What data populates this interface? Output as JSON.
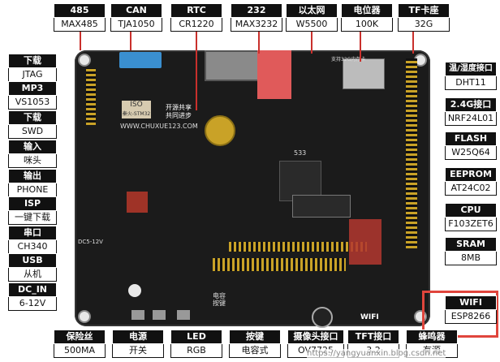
{
  "board": {
    "silk_line1": "开源共享",
    "silk_line2": "共同进步",
    "url": "WWW.CHUXUE123.COM",
    "logo": "ISO",
    "logo_sub": "秦火-STM32",
    "chip_label": "533",
    "wifi_text": "WIFI",
    "sensor_text": "支持32G内存卡",
    "side_text_1": "电容",
    "side_text_2": "按键",
    "voltage_text": "DC5-12V"
  },
  "top_labels": [
    {
      "title": "485",
      "sub": "MAX485"
    },
    {
      "title": "CAN",
      "sub": "TJA1050"
    },
    {
      "title": "RTC",
      "sub": "CR1220"
    },
    {
      "title": "232",
      "sub": "MAX3232"
    },
    {
      "title": "以太网",
      "sub": "W5500"
    },
    {
      "title": "电位器",
      "sub": "100K"
    },
    {
      "title": "TF卡座",
      "sub": "32G"
    }
  ],
  "left_labels": [
    {
      "title": "下载",
      "sub": "JTAG"
    },
    {
      "title": "MP3",
      "sub": "VS1053"
    },
    {
      "title": "下载",
      "sub": "SWD"
    },
    {
      "title": "输入",
      "sub": "咪头"
    },
    {
      "title": "输出",
      "sub": "PHONE"
    },
    {
      "title": "ISP",
      "sub": "一键下载"
    },
    {
      "title": "串口",
      "sub": "CH340"
    },
    {
      "title": "USB",
      "sub": "从机"
    },
    {
      "title": "DC_IN",
      "sub": "6-12V"
    }
  ],
  "right_labels": [
    {
      "title": "温/湿度接口",
      "sub": "DHT11"
    },
    {
      "title": "2.4G接口",
      "sub": "NRF24L01"
    },
    {
      "title": "FLASH",
      "sub": "W25Q64"
    },
    {
      "title": "EEPROM",
      "sub": "AT24C02"
    },
    {
      "title": "CPU",
      "sub": "F103ZET6"
    },
    {
      "title": "SRAM",
      "sub": "8MB"
    },
    {
      "title": "WIFI",
      "sub": "ESP8266"
    }
  ],
  "bottom_labels": [
    {
      "title": "保险丝",
      "sub": "500MA"
    },
    {
      "title": "电源",
      "sub": "开关"
    },
    {
      "title": "LED",
      "sub": "RGB"
    },
    {
      "title": "按键",
      "sub": "电容式"
    },
    {
      "title": "摄像头接口",
      "sub": "OV7725"
    },
    {
      "title": "TFT接口",
      "sub": "3.2"
    },
    {
      "title": "蜂鸣器",
      "sub": "有源"
    }
  ],
  "watermark": "https://yangyuanxin.blog.csdn.net",
  "colors": {
    "board": "#1b1b1b",
    "highlight": "#e0453c",
    "ethernet": "#e05a5a",
    "can_terminal": "#3a8fd0"
  }
}
